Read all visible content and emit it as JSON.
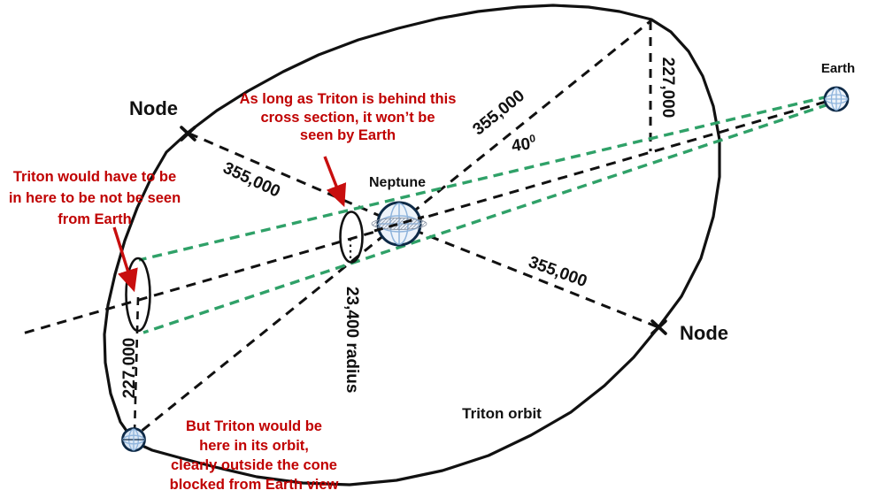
{
  "diagram_title": "Triton orbit visibility from Earth",
  "labels": {
    "node_left": "Node",
    "node_right": "Node",
    "earth": "Earth",
    "neptune": "Neptune",
    "triton_orbit": "Triton orbit",
    "dist_355k_left": "355,000",
    "dist_355k_top": "355,000",
    "dist_355k_right": "355,000",
    "dist_227k_right": "227,000",
    "dist_227k_left": "227,000",
    "radius_23400": "23,400 radius",
    "angle_value": "40",
    "angle_sup": "0"
  },
  "annotations": {
    "behind": [
      "As long as Triton is behind this",
      "cross section, it won’t be",
      "seen by Earth"
    ],
    "hidden": [
      "Triton would have to be",
      "in here to be not be seen",
      "from Earth"
    ],
    "actual": [
      "But Triton would be",
      "here in its orbit,",
      "clearly outside the cone",
      "blocked from Earth view"
    ]
  },
  "colors": {
    "line_black": "#111111",
    "green_dashed": "#2FA168",
    "annotation_red": "#C00000",
    "arrow_red": "#C80E0E",
    "globe_outline": "#0E2A47",
    "globe_grid": "#8FB4DC"
  }
}
